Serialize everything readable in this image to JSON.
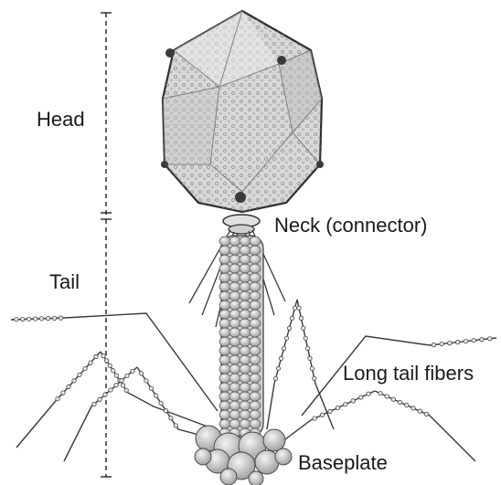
{
  "labels": {
    "head": "Head",
    "tail": "Tail",
    "neck": "Neck (connector)",
    "fibers": "Long tail fibers",
    "baseplate": "Baseplate"
  },
  "colors": {
    "stroke": "#3a3a3a",
    "capsid_fill": "#dcdcdc",
    "capsid_light": "#f0f0f0",
    "sheath_fill": "#c8c8c8",
    "text": "#1a1a1a"
  }
}
